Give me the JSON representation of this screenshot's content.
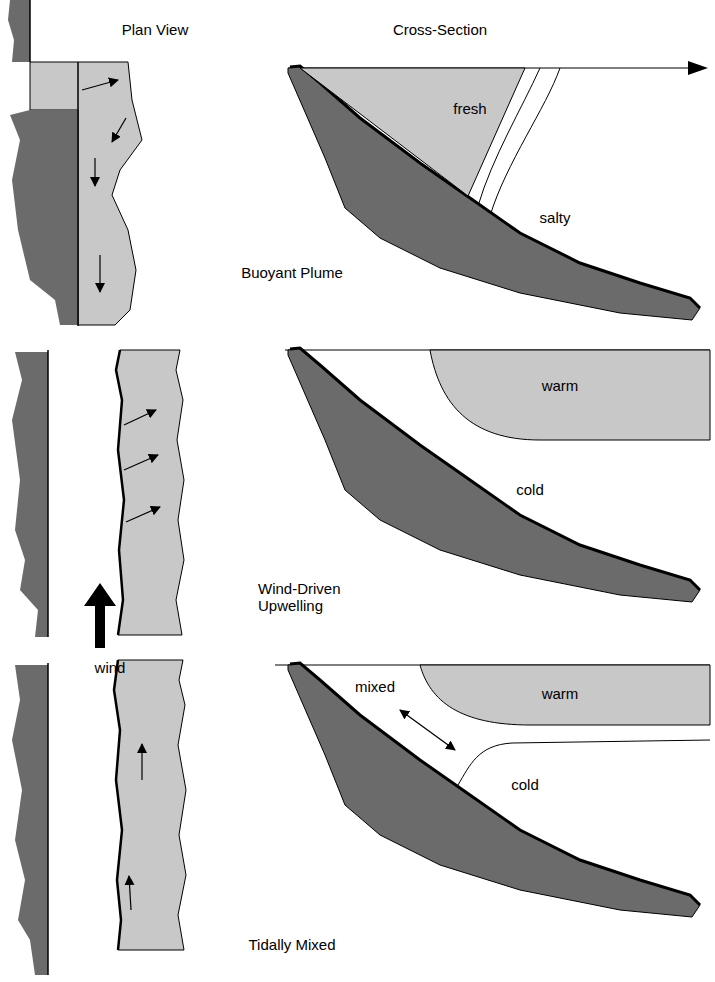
{
  "diagram": {
    "nodes": [
      {
        "text": [
          "fresh"
        ]
      },
      {
        "text": [
          "warm"
        ]
      },
      {
        "text": [
          "warm"
        ]
      }
    ],
    "labels": [
      "Plan View",
      "Cross-Section",
      "salty",
      "Buoyant Plume",
      "cold",
      "Wind-Driven Upwelling",
      "wind",
      "mixed",
      "cold",
      "Tidally Mixed"
    ]
  }
}
